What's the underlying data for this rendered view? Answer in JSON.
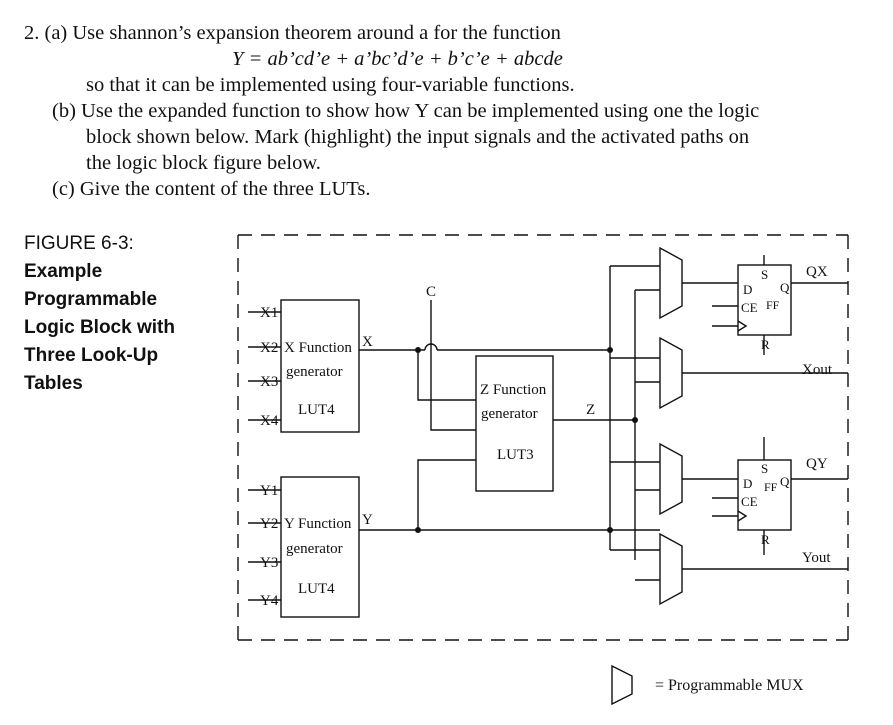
{
  "question": {
    "line1": "2. (a) Use shannon’s expansion theorem around a for the function",
    "equation": "Y = ab’cd’e + a’bc’d’e + b’c’e + abcde",
    "line3": "so that it can be implemented using four-variable functions.",
    "line4": "(b) Use the expanded function to show how Y can be implemented using one the logic",
    "line5": "block shown below. Mark (highlight) the input signals and the activated paths on",
    "line6": "the logic block figure below.",
    "line7": "(c) Give the content of the three LUTs."
  },
  "figure_caption": {
    "label": "FIGURE 6-3:",
    "line1": "Example",
    "line2": "Programmable",
    "line3": "Logic Block with",
    "line4": "Three Look-Up",
    "line5": "Tables"
  },
  "diagram": {
    "lut_x": {
      "line1": "X Function",
      "line2": "generator",
      "line3": "LUT4",
      "output": "X"
    },
    "lut_y": {
      "line1": "Y Function",
      "line2": "generator",
      "line3": "LUT4",
      "output": "Y"
    },
    "lut_z": {
      "line1": "Z Function",
      "line2": "generator",
      "line3": "LUT3",
      "output": "Z"
    },
    "inputs_x": [
      "X1",
      "X2",
      "X3",
      "X4"
    ],
    "inputs_y": [
      "Y1",
      "Y2",
      "Y3",
      "Y4"
    ],
    "c_input": "C",
    "ff_top": {
      "d": "D",
      "s": "S",
      "q": "Q",
      "ce": "CE",
      "ff": "FF",
      "r": "R"
    },
    "ff_bottom": {
      "d": "D",
      "s": "S",
      "q": "Q",
      "ce": "CE",
      "ff": "FF",
      "r": "R"
    },
    "outputs": [
      "QX",
      "Xout",
      "QY",
      "Yout"
    ],
    "legend": "= Programmable MUX"
  }
}
